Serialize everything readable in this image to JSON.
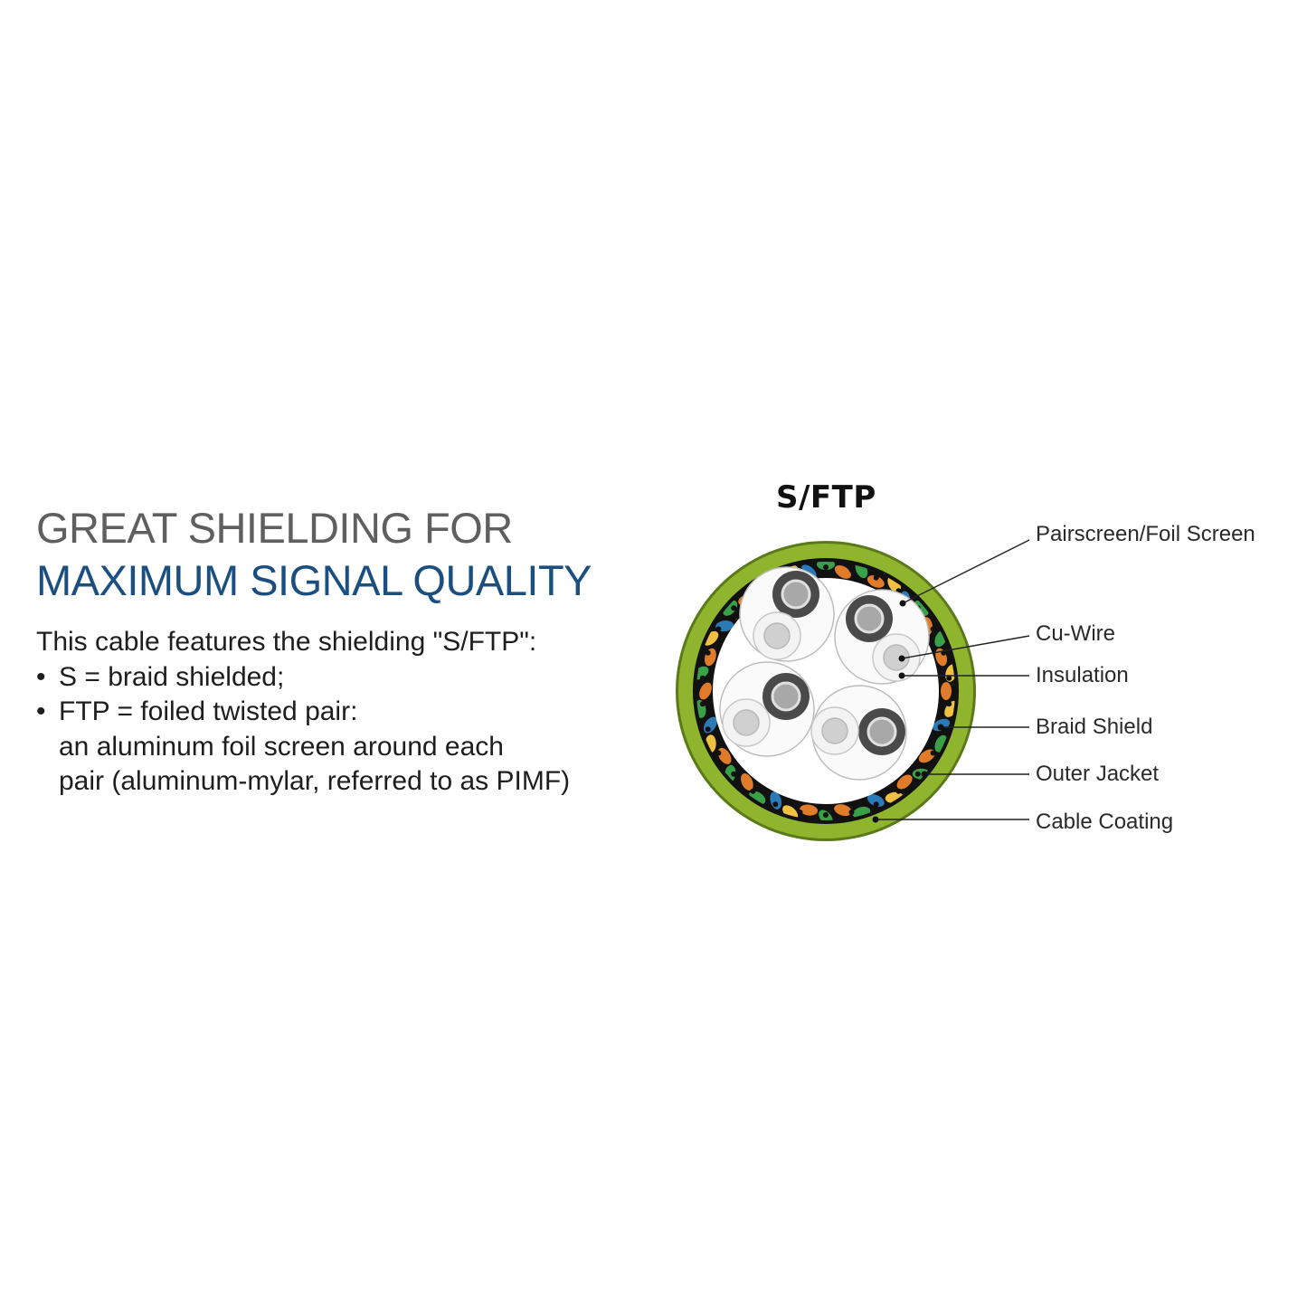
{
  "headline": {
    "line1": "GREAT SHIELDING FOR",
    "line2": "MAXIMUM SIGNAL QUALITY"
  },
  "body": {
    "intro": "This cable features the shielding \"S/FTP\":",
    "bullet_char": "•",
    "bullet1": "S = braid shielded;",
    "bullet2": "FTP = foiled twisted pair:",
    "bullet2_cont1": "an aluminum foil screen around each",
    "bullet2_cont2": "pair (aluminum-mylar, referred to as PIMF)"
  },
  "diagram": {
    "title": "S/FTP",
    "labels": {
      "pairscreen": "Pairscreen/Foil Screen",
      "cu_wire": "Cu-Wire",
      "insulation": "Insulation",
      "braid_shield": "Braid Shield",
      "outer_jacket": "Outer Jacket",
      "cable_coating": "Cable Coating"
    }
  },
  "colors": {
    "headline_gray": "#5f5f5f",
    "headline_blue": "#1a4f80",
    "jacket_green": "#8fb52e",
    "coating_dark": "#5a7a1a",
    "braid_orange": "#e07b2a",
    "braid_yellow": "#f0c040",
    "braid_blue": "#2a7ab8",
    "braid_green": "#3aa048"
  }
}
